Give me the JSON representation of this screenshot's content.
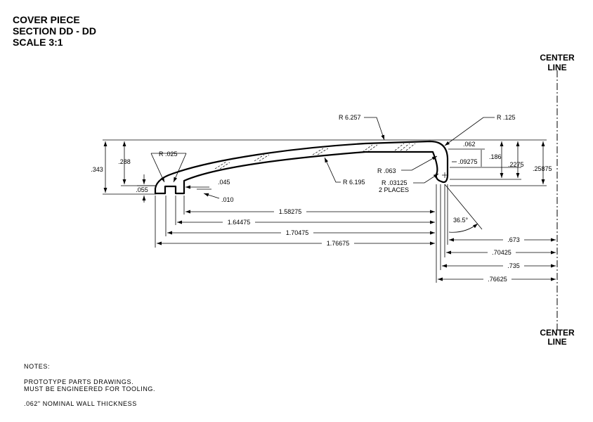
{
  "title": {
    "line1": "COVER PIECE",
    "line2": "SECTION DD - DD",
    "line3": "SCALE 3:1"
  },
  "center_line": {
    "top_word1": "CENTER",
    "top_word2": "LINE",
    "bottom_word1": "CENTER",
    "bottom_word2": "LINE"
  },
  "callouts": {
    "r_6257": "R 6.257",
    "r_125": "R .125",
    "r_025": "R .025",
    "r_063": "R .063",
    "r_6195": "R 6.195",
    "r_03125": "R .03125",
    "two_places": "2 PLACES"
  },
  "left_dims": {
    "d343": ".343",
    "d288": ".288",
    "d055": ".055",
    "d045": ".045",
    "d010": ".010"
  },
  "right_dims": {
    "d062": ".062",
    "d186": ".186",
    "d09275": ".09275",
    "d2275": ".2275",
    "d25875": ".25875",
    "angle": "36.5°"
  },
  "horizontal_dims": {
    "d158275": "1.58275",
    "d164475": "1.64475",
    "d170475": "1.70475",
    "d176675": "1.76675",
    "d673": ".673",
    "d70425": ".70425",
    "d735": ".735",
    "d76625": ".76625"
  },
  "notes": {
    "heading": "NOTES:",
    "line1": "PROTOTYPE PARTS DRAWINGS.",
    "line2": "MUST BE ENGINEERED FOR TOOLING.",
    "line3": ".062\" NOMINAL WALL THICKNESS"
  }
}
